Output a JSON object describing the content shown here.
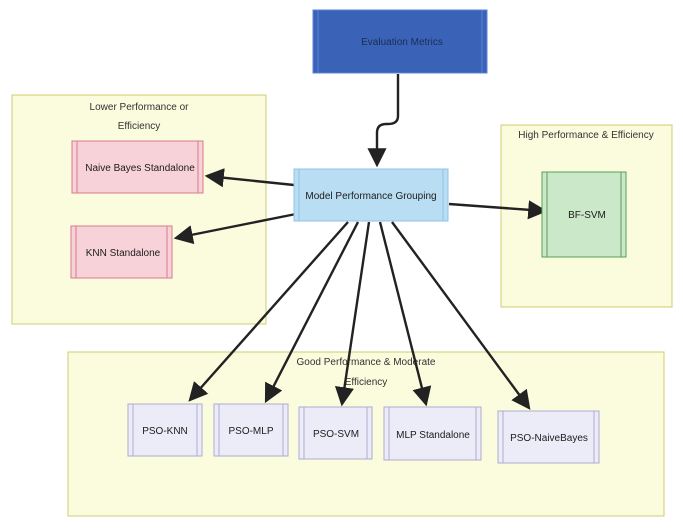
{
  "top_node": {
    "label": "Evaluation Metrics",
    "fill": "#3a63b8",
    "stroke": "#5b83d6",
    "text_color": "#1c2c55"
  },
  "center_node": {
    "label": "Model Performance Grouping",
    "fill": "#b9ddf3",
    "stroke": "#8fc4e6"
  },
  "groups": {
    "lower": {
      "title_line1": "Lower Performance or",
      "title_line2": "Efficiency"
    },
    "high": {
      "title": "High Performance & Efficiency"
    },
    "good": {
      "title_line1": "Good Performance & Moderate",
      "title_line2": "Efficiency"
    },
    "fill": "#fbfbde",
    "stroke": "#cccc70"
  },
  "nodes": {
    "naive_bayes": {
      "label": "Naive Bayes Standalone",
      "fill": "#f8d2d9",
      "stroke": "#d97b8c"
    },
    "knn": {
      "label": "KNN Standalone",
      "fill": "#f8d2d9",
      "stroke": "#d97b8c"
    },
    "bf_svm": {
      "label": "BF-SVM",
      "fill": "#cbe8c8",
      "stroke": "#57a05a"
    },
    "pso_knn": {
      "label": "PSO-KNN"
    },
    "pso_mlp": {
      "label": "PSO-MLP"
    },
    "pso_svm": {
      "label": "PSO-SVM"
    },
    "mlp": {
      "label": "MLP Standalone"
    },
    "pso_nb": {
      "label": "PSO-NaiveBayes"
    },
    "neutral_fill": "#ecebf8",
    "neutral_stroke": "#aeadd0"
  },
  "edge_color": "#222222"
}
